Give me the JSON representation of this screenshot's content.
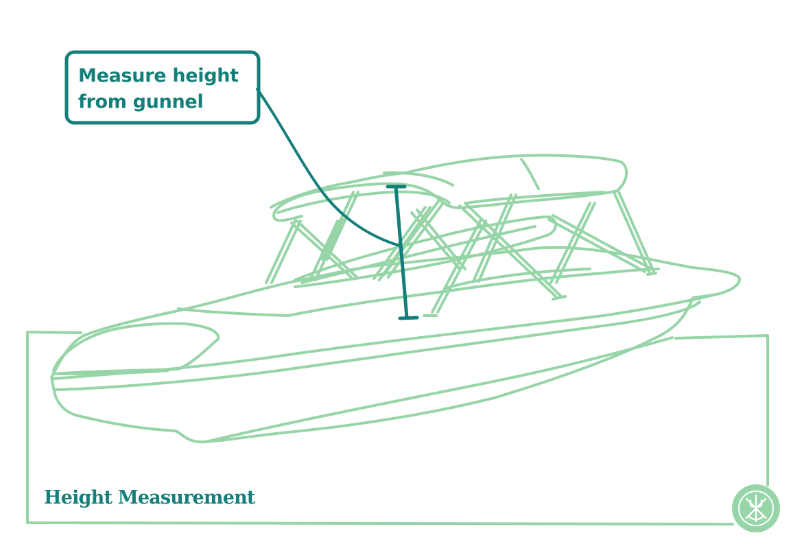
{
  "callout": {
    "lines": [
      "Measure height",
      "from gunnel"
    ]
  },
  "caption": "Height Measurement",
  "colors": {
    "outline": "#97d5a8",
    "accent": "#147f7a",
    "background": "#ffffff"
  },
  "icons": {
    "logo": "trident-anchor-badge-icon"
  }
}
